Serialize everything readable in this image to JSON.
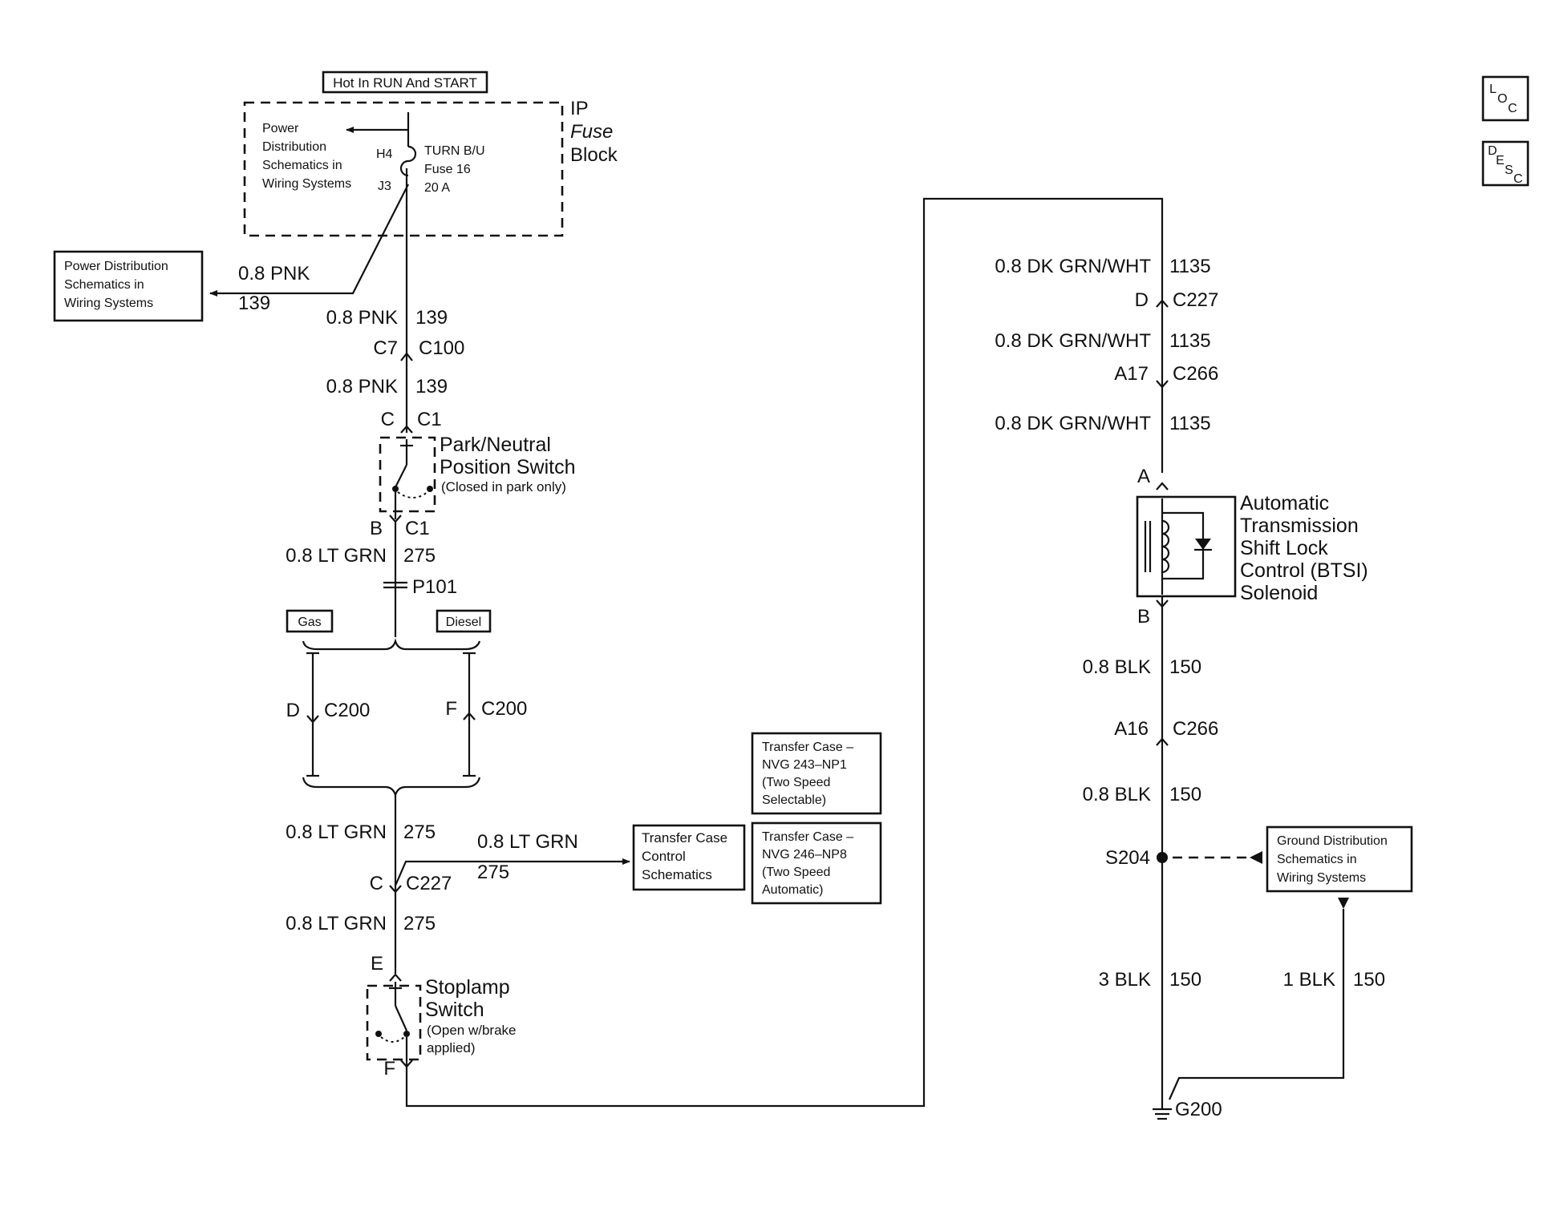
{
  "diagram": {
    "hot_in": "Hot In RUN And START",
    "ip_fuse_block": [
      "IP",
      "Fuse",
      "Block"
    ],
    "pdist_inside": [
      "Power",
      "Distribution",
      "Schematics in",
      "Wiring Systems"
    ],
    "pdist_outside": [
      "Power Distribution",
      "Schematics in",
      "Wiring Systems"
    ],
    "fuse_terminals": {
      "top": "H4",
      "bottom": "J3"
    },
    "fuse": [
      "TURN B/U",
      "Fuse 16",
      "20 A"
    ],
    "pnk_branch": {
      "size_color": "0.8 PNK",
      "circuit": "139"
    },
    "left_wires": {
      "w1": {
        "size_color": "0.8 PNK",
        "circuit": "139"
      },
      "c100": {
        "pin": "C7",
        "name": "C100"
      },
      "w2": {
        "size_color": "0.8 PNK",
        "circuit": "139"
      },
      "pn_top": {
        "pin": "C",
        "name": "C1"
      },
      "pn_switch": [
        "Park/Neutral",
        "Position Switch",
        "(Closed in park only)"
      ],
      "pn_bottom": {
        "pin": "B",
        "name": "C1"
      },
      "w3": {
        "size_color": "0.8 LT GRN",
        "circuit": "275"
      },
      "p101": "P101",
      "gas": "Gas",
      "diesel": "Diesel",
      "c200_gas": {
        "pin": "D",
        "name": "C200"
      },
      "c200_diesel": {
        "pin": "F",
        "name": "C200"
      },
      "w4": {
        "size_color": "0.8 LT GRN",
        "circuit": "275"
      },
      "branch": {
        "size_color": "0.8 LT GRN",
        "circuit": "275"
      },
      "c227": {
        "pin": "C",
        "name": "C227"
      },
      "w5": {
        "size_color": "0.8 LT GRN",
        "circuit": "275"
      },
      "sl_top_pin": "E",
      "stoplamp": [
        "Stoplamp",
        "Switch",
        "(Open w/brake",
        "applied)"
      ],
      "sl_bottom_pin": "F"
    },
    "transfer_case": [
      "Transfer Case",
      "Control",
      "Schematics"
    ],
    "nvg243": [
      "Transfer Case –",
      "NVG 243–NP1",
      "(Two Speed",
      "Selectable)"
    ],
    "nvg246": [
      "Transfer Case –",
      "NVG 246–NP8",
      "(Two Speed",
      "Automatic)"
    ],
    "right_wires": {
      "w1": {
        "size_color": "0.8 DK GRN/WHT",
        "circuit": "1135"
      },
      "c227": {
        "pin": "D",
        "name": "C227"
      },
      "w2": {
        "size_color": "0.8 DK GRN/WHT",
        "circuit": "1135"
      },
      "c266_a17": {
        "pin": "A17",
        "name": "C266"
      },
      "w3": {
        "size_color": "0.8 DK GRN/WHT",
        "circuit": "1135"
      },
      "sol_pin_a": "A",
      "solenoid": [
        "Automatic",
        "Transmission",
        "Shift Lock",
        "Control (BTSI)",
        "Solenoid"
      ],
      "sol_pin_b": "B",
      "w4": {
        "size_color": "0.8 BLK",
        "circuit": "150"
      },
      "c266_a16": {
        "pin": "A16",
        "name": "C266"
      },
      "w5": {
        "size_color": "0.8 BLK",
        "circuit": "150"
      },
      "s204": "S204",
      "w6": {
        "size_color": "3 BLK",
        "circuit": "150"
      },
      "w7": {
        "size_color": "1 BLK",
        "circuit": "150"
      },
      "g200": "G200"
    },
    "ground_dist": [
      "Ground Distribution",
      "Schematics in",
      "Wiring Systems"
    ],
    "loc_icon": [
      "L",
      "O",
      "C"
    ],
    "desc_icon": [
      "D",
      "E",
      "S",
      "C"
    ]
  }
}
